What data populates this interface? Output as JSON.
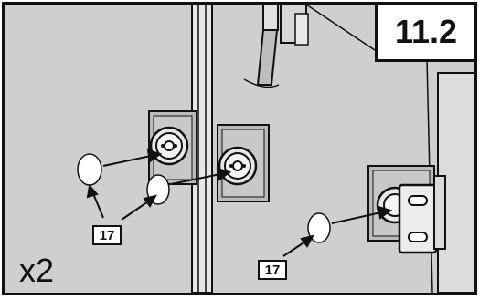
{
  "step_number": "11.2",
  "quantity": "x2",
  "part_labels": [
    "17",
    "17"
  ],
  "colors": {
    "background": "#cfcfcf",
    "glass_edge": "#e8e8e8",
    "line": "#111111",
    "sticker": "#ffffff"
  }
}
